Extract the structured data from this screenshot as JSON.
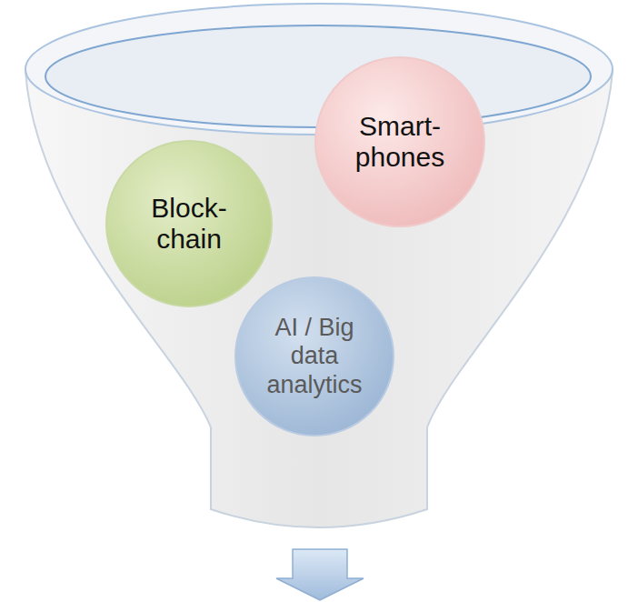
{
  "diagram": {
    "nodes": [
      {
        "text": [
          "Block- chain"
        ]
      },
      {
        "text": [
          "Smart- phones"
        ]
      },
      {
        "text": [
          "AI / Big data analytics"
        ]
      }
    ]
  }
}
